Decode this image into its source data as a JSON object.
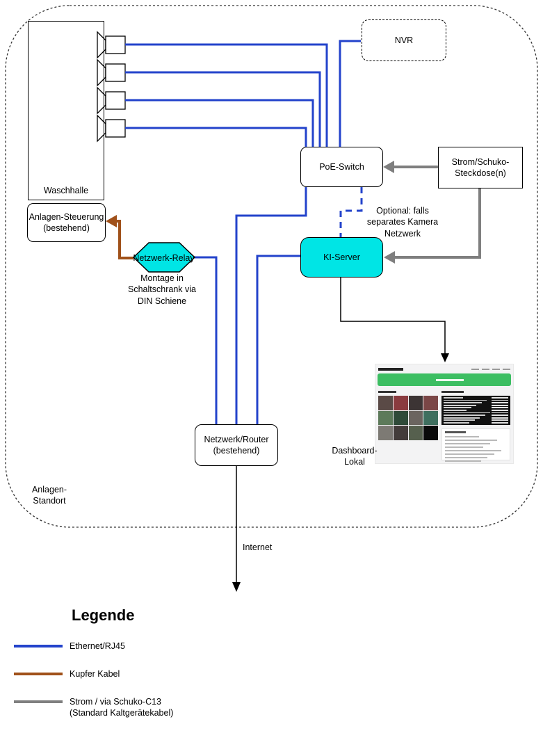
{
  "colors": {
    "ethernet": "#2343cb",
    "copper": "#a0511a",
    "power": "#7f7f7f",
    "cyan": "#00e5e5",
    "green": "#3cbe62"
  },
  "container": {
    "label_line1": "Anlagen-",
    "label_line2": "Standort"
  },
  "nodes": {
    "waschhalle": {
      "label": "Waschhalle"
    },
    "anlagen_steuerung": {
      "label_line1": "Anlagen-Steuerung",
      "label_line2": "(bestehend)"
    },
    "netzwerk_relay": {
      "label": "Netzwerk-Relay"
    },
    "poe_switch": {
      "label": "PoE-Switch"
    },
    "nvr": {
      "label": "NVR"
    },
    "strom_steckdose": {
      "label_line1": "Strom/Schuko-",
      "label_line2": "Steckdose(n)"
    },
    "ki_server": {
      "label": "KI-Server"
    },
    "router": {
      "label_line1": "Netzwerk/Router",
      "label_line2": "(bestehend)"
    },
    "dashboard": {
      "label_line1": "Dashboard-",
      "label_line2": "Lokal"
    }
  },
  "annotations": {
    "relay_note_line1": "Montage in",
    "relay_note_line2": "Schaltschrank via",
    "relay_note_line3": "DIN Schiene",
    "optional_line1": "Optional: falls",
    "optional_line2": "separates Kamera",
    "optional_line3": "Netzwerk",
    "internet": "Internet"
  },
  "legend": {
    "title": "Legende",
    "items": [
      {
        "label": "Ethernet/RJ45",
        "color": "#2343cb"
      },
      {
        "label": "Kupfer Kabel",
        "color": "#a0511a"
      },
      {
        "label": "Strom / via Schuko-C13",
        "label_line2": "(Standard Kaltgerätekabel)",
        "color": "#7f7f7f"
      }
    ]
  },
  "dashboard_preview": {
    "thumbnails": [
      "#5a4a46",
      "#8a3b3f",
      "#3c3434",
      "#7a4646",
      "#5d7a5a",
      "#2f4a38",
      "#6b6560",
      "#3f6f5f",
      "#7d7a74",
      "#433c3a",
      "#56604e",
      "#0a0a0a"
    ],
    "log_rows": 11,
    "note_rows": 8,
    "nav_links": 4
  }
}
